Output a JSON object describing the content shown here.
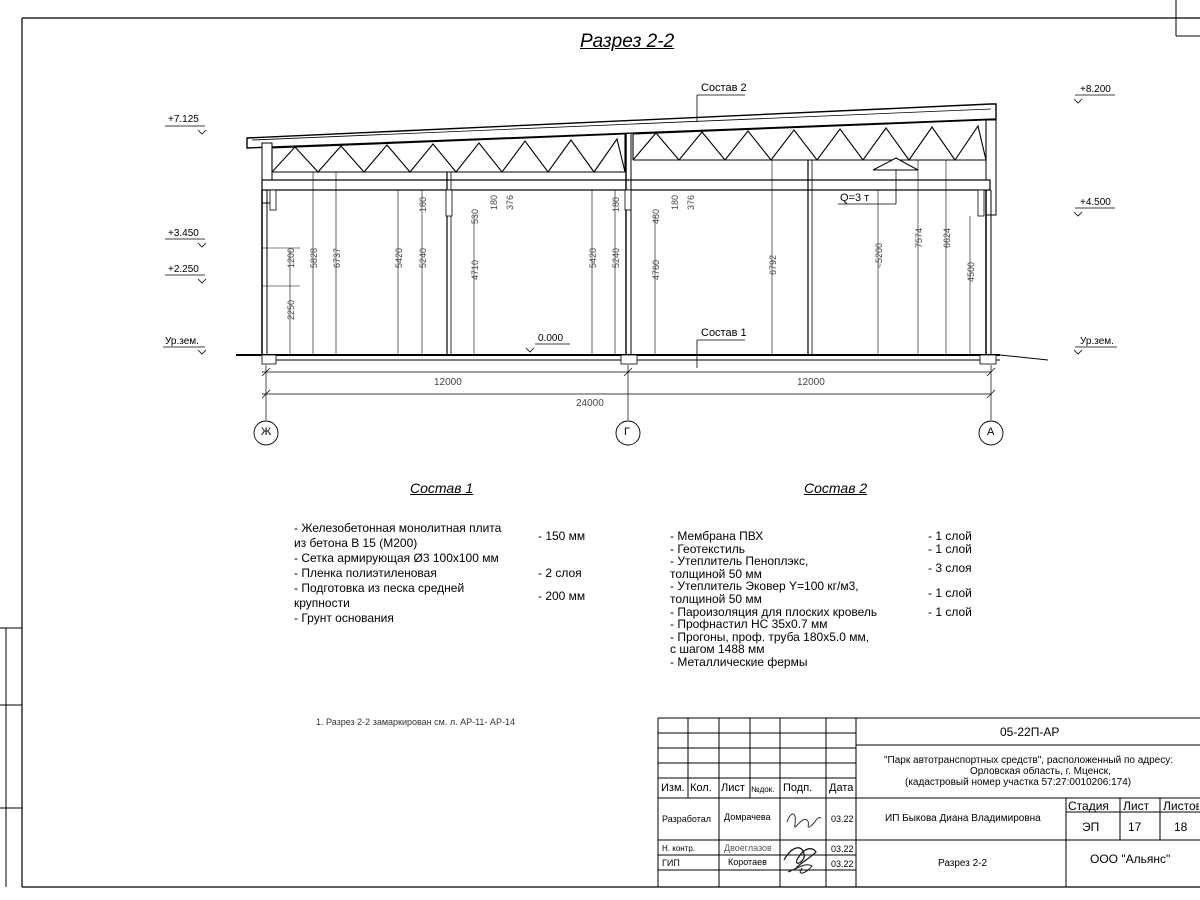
{
  "drawing": {
    "title": "Разрез 2-2",
    "section_label_top": "Состав 2",
    "section_label_bottom": "Состав 1",
    "crane_label": "Q=3 т",
    "ground_label": "Ур.зем.",
    "levels_left": [
      "+7.125",
      "+3.450",
      "+2.250"
    ],
    "levels_right": [
      "+8.200",
      "+4.500"
    ],
    "zero_level": "0.000",
    "dims_left_span": [
      "1200",
      "2250",
      "5828",
      "6737",
      "5420",
      "5240",
      "180",
      "4710",
      "530",
      "180",
      "376"
    ],
    "dims_mid": [
      "5420",
      "5240",
      "180",
      "4760",
      "480",
      "180",
      "376",
      "6792"
    ],
    "dims_right_span": [
      "≈5200",
      "7574",
      "6624",
      "4500"
    ],
    "spans": [
      "12000",
      "12000",
      "24000"
    ],
    "axes": [
      "Ж",
      "Г",
      "А"
    ]
  },
  "sostav1": {
    "title": "Состав 1",
    "items": [
      {
        "lines": [
          "- Железобетонная  монолитная плита",
          "  из бетона В 15 (М200)"
        ],
        "value": "- 150 мм"
      },
      {
        "lines": [
          "- Сетка армирующая Ø3 100х100 мм"
        ],
        "value": ""
      },
      {
        "lines": [
          "- Пленка полиэтиленовая"
        ],
        "value": "-  2 слоя"
      },
      {
        "lines": [
          "- Подготовка из песка средней",
          "  крупности"
        ],
        "value": "- 200 мм"
      },
      {
        "lines": [
          "- Грунт основания"
        ],
        "value": ""
      }
    ]
  },
  "sostav2": {
    "title": "Состав 2",
    "items": [
      {
        "lines": [
          "- Мембрана ПВХ"
        ],
        "value": "- 1 слой"
      },
      {
        "lines": [
          "- Геотекстиль"
        ],
        "value": "- 1 слой"
      },
      {
        "lines": [
          "- Утеплитель Пеноплэкс,",
          "  толщиной 50 мм"
        ],
        "value": "- 3 слоя"
      },
      {
        "lines": [
          "- Утеплитель Эковер Y=100 кг/м3,",
          "  толщиной 50 мм"
        ],
        "value": "- 1 слой"
      },
      {
        "lines": [
          "- Пароизоляция для плоских кровель"
        ],
        "value": "- 1 слой"
      },
      {
        "lines": [
          "- Профнастил НС 35х0.7 мм"
        ],
        "value": ""
      },
      {
        "lines": [
          "- Прогоны, проф. труба 180х5.0 мм,",
          "  с шагом 1488 мм"
        ],
        "value": ""
      },
      {
        "lines": [
          "- Металлические фермы"
        ],
        "value": ""
      }
    ]
  },
  "note": "1. Разрез 2-2 замаркирован см. л. АР-11- АР-14",
  "stamp": {
    "code": "05-22П-АР",
    "project": "\"Парк автотранспортных средств\",  расположенный по адресу:",
    "address": "Орловская область, г. Мценск,",
    "cadastral": "(кадастровый номер участка 57:27:0010206:174)",
    "headers": {
      "izm": "Изм.",
      "kol": "Кол.",
      "list": "Лист",
      "ndok": "№док.",
      "podp": "Подп.",
      "data": "Дата"
    },
    "rows": [
      {
        "role": "Разработал",
        "name": "Домрачева",
        "date": "03.22"
      },
      {
        "role": "Н. контр.",
        "name": "Двоеглазов",
        "date": "03.22"
      },
      {
        "role": "ГИП",
        "name": "Коротаев",
        "date": "03.22"
      }
    ],
    "organization": "ИП Быкова Диана Владимировна",
    "sheet_title": "Разрез 2-2",
    "company": "ООО \"Альянс\"",
    "stage_header": "Стадия",
    "list_header": "Лист",
    "lists_header": "Листов",
    "stage": "ЭП",
    "sheet_no": "17",
    "sheets_total": "18"
  }
}
